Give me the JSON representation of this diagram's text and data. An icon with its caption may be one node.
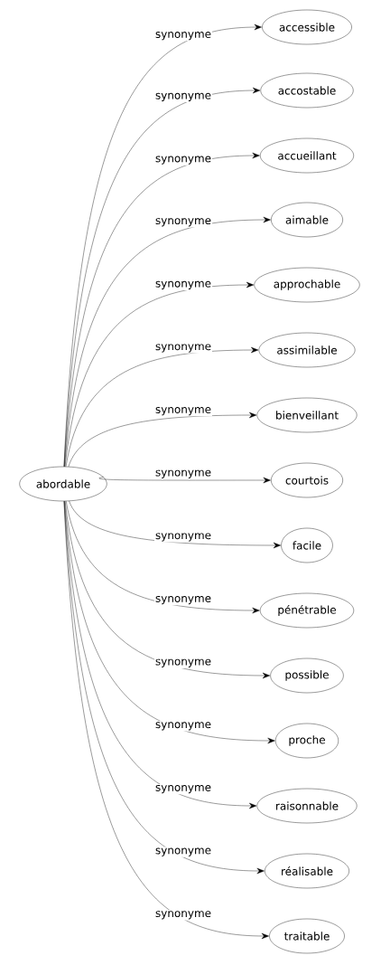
{
  "diagram": {
    "nodes": [
      {
        "text": [
          "abordable"
        ]
      },
      {
        "text": [
          "accessible"
        ]
      },
      {
        "text": [
          "accostable"
        ]
      },
      {
        "text": [
          "accueillant"
        ]
      },
      {
        "text": [
          "aimable"
        ]
      },
      {
        "text": [
          "approchable"
        ]
      },
      {
        "text": [
          "assimilable"
        ]
      },
      {
        "text": [
          "bienveillant"
        ]
      },
      {
        "text": [
          "courtois"
        ]
      },
      {
        "text": [
          "facile"
        ]
      },
      {
        "text": [
          "pénétrable"
        ]
      },
      {
        "text": [
          "possible"
        ]
      },
      {
        "text": [
          "proche"
        ]
      },
      {
        "text": [
          "raisonnable"
        ]
      },
      {
        "text": [
          "réalisable"
        ]
      },
      {
        "text": [
          "traitable"
        ]
      }
    ],
    "edges": [
      {
        "from": 0,
        "to": 1,
        "arrow": "to",
        "label": "synonyme"
      },
      {
        "from": 0,
        "to": 2,
        "arrow": "to",
        "label": "synonyme"
      },
      {
        "from": 0,
        "to": 3,
        "arrow": "to",
        "label": "synonyme"
      },
      {
        "from": 0,
        "to": 4,
        "arrow": "to",
        "label": "synonyme"
      },
      {
        "from": 0,
        "to": 5,
        "arrow": "to",
        "label": "synonyme"
      },
      {
        "from": 0,
        "to": 6,
        "arrow": "to",
        "label": "synonyme"
      },
      {
        "from": 0,
        "to": 7,
        "arrow": "to",
        "label": "synonyme"
      },
      {
        "from": 0,
        "to": 8,
        "arrow": "to",
        "label": "synonyme"
      },
      {
        "from": 0,
        "to": 9,
        "arrow": "to",
        "label": "synonyme"
      },
      {
        "from": 0,
        "to": 10,
        "arrow": "to",
        "label": "synonyme"
      },
      {
        "from": 0,
        "to": 11,
        "arrow": "to",
        "label": "synonyme"
      },
      {
        "from": 0,
        "to": 12,
        "arrow": "to",
        "label": "synonyme"
      },
      {
        "from": 0,
        "to": 13,
        "arrow": "to",
        "label": "synonyme"
      },
      {
        "from": 0,
        "to": 14,
        "arrow": "to",
        "label": "synonyme"
      },
      {
        "from": 0,
        "to": 15,
        "arrow": "to",
        "label": "synonyme"
      }
    ]
  }
}
